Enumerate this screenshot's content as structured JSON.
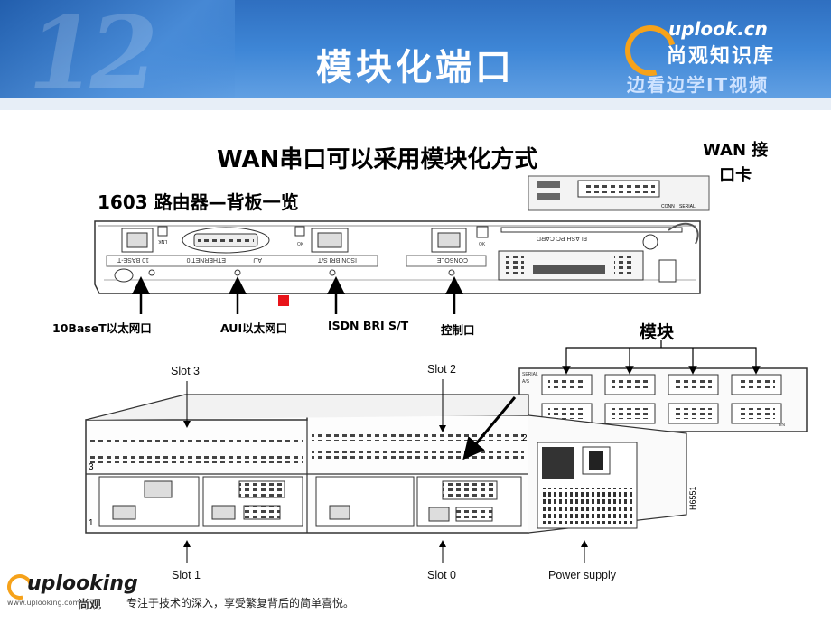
{
  "header": {
    "title": "模块化端口",
    "decoration_text": "12",
    "brand": {
      "logo_text": "uplook.cn",
      "name": "尚观知识库",
      "tagline": "边看边学IT视频"
    }
  },
  "content": {
    "main_heading": "WAN串口可以采用模块化方式",
    "router_heading": "1603 路由器—背板一览",
    "wan_card_label_line1": "WAN 接",
    "wan_card_label_line2": "口卡",
    "port_labels": {
      "tenbase": "10BaseT以太网口",
      "aui": "AUI以太网口",
      "isdn": "ISDN BRI S/T",
      "console": "控制口"
    },
    "module_label": "模块",
    "slots": {
      "slot3": "Slot 3",
      "slot2": "Slot 2",
      "slot1": "Slot 1",
      "slot0": "Slot 0",
      "power": "Power supply"
    },
    "figure_id": "H6551",
    "router_panel_labels": {
      "tenbase": "10 BASE-T",
      "ethernet": "ETHERNET 0",
      "au": "AU",
      "isdn": "ISDN BRI S/T",
      "console": "CONSOLE",
      "flash": "FLASH PC CARD",
      "lnk": "LNK",
      "ok": "OK"
    },
    "card_labels": {
      "conn": "CONN",
      "serial": "SERIAL"
    },
    "module_panel_labels": {
      "serial": "SERIAL",
      "as": "A/S",
      "en": "EN"
    }
  },
  "footer": {
    "logo_text": "uplooking",
    "logo_cn": "尚观",
    "url": "www.uplooking.com",
    "slogan": "专注于技术的深入，享受繁复背后的简单喜悦。"
  },
  "colors": {
    "header_blue": "#3e86d6",
    "brand_orange": "#f6a21a",
    "marker_red": "#e8141a"
  }
}
